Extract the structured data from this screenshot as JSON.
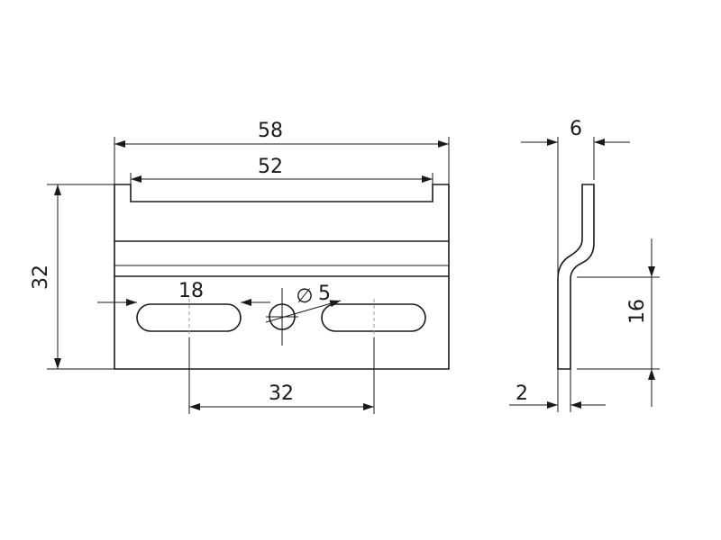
{
  "dimensions": {
    "overall_width": "58",
    "inner_width": "52",
    "height": "32",
    "slot_length": "18",
    "hole_diameter": "5",
    "slot_spacing": "32",
    "side_width": "6",
    "bend_height": "16",
    "thickness": "2"
  },
  "symbols": {
    "diameter": "∅"
  },
  "colors": {
    "line": "#1a1a1a",
    "centerline": "#9a9a9a",
    "background": "#ffffff"
  }
}
